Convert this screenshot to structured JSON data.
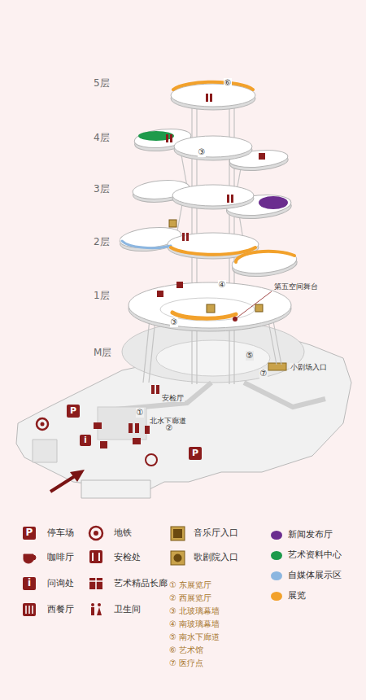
{
  "diagram": {
    "labels": [
      "5层",
      "4层",
      "3层",
      "2层",
      "1层",
      "M层",
      "⑥",
      "③",
      "④",
      "③",
      "第五空间舞台",
      "⑤",
      "⑦",
      "小剧场入口",
      "安检厅",
      "①",
      "北水下廊道",
      "②",
      "P",
      "P",
      "i",
      "① 东展览厅",
      "② 西展览厅",
      "③ 北玻璃幕墙",
      "④ 南玻璃幕墙",
      "⑤ 南水下廊道",
      "⑥ 艺术馆",
      "⑦ 医疗点",
      "P",
      "i"
    ],
    "legend": [
      {
        "text": "停车场"
      },
      {
        "text": "咖啡厅"
      },
      {
        "text": "问询处"
      },
      {
        "text": "西餐厅"
      },
      {
        "text": "地铁"
      },
      {
        "text": "安检处"
      },
      {
        "text": "艺术精品长廊"
      },
      {
        "text": "卫生间"
      },
      {
        "text": "音乐厅入口"
      },
      {
        "text": "歌剧院入口"
      },
      {
        "text": "新闻发布厅",
        "color": "#6b2d8f"
      },
      {
        "text": "艺术资料中心",
        "color": "#1e9a4b"
      },
      {
        "text": "自媒体展示区",
        "color": "#8cb6e0"
      },
      {
        "text": "展览",
        "color": "#f2a12b"
      }
    ]
  }
}
